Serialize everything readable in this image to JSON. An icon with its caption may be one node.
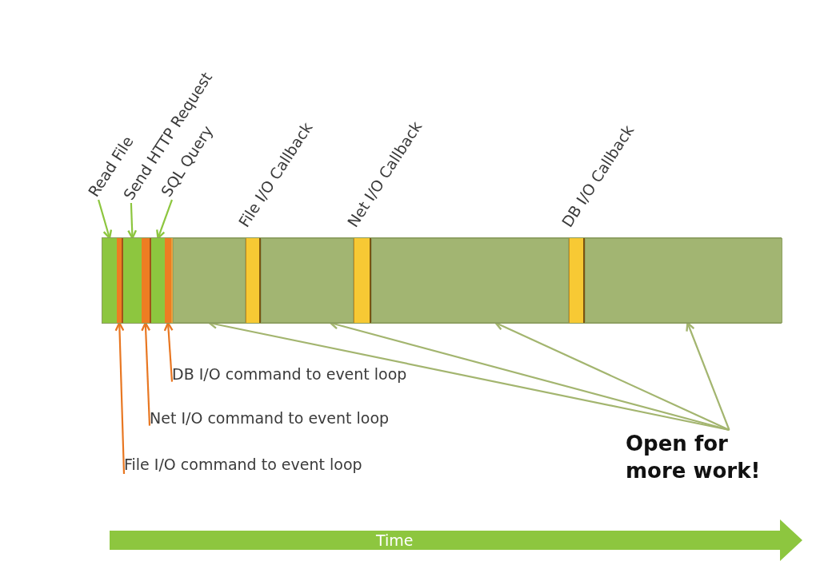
{
  "diagram": {
    "nodes": [
      {
        "text": [
          "Read File"
        ]
      },
      {
        "text": [
          "Send HTTP Request"
        ]
      },
      {
        "text": [
          "SQL Query"
        ]
      },
      {
        "text": [],
        "shape": "bar"
      },
      {
        "text": [],
        "shape": "bar",
        "in": 3
      },
      {
        "text": [],
        "shape": "bar",
        "in": 3
      },
      {
        "text": [],
        "shape": "bar",
        "in": 3
      },
      {
        "text": [],
        "shape": "bar",
        "in": 3
      },
      {
        "text": [],
        "shape": "bar",
        "in": 3
      },
      {
        "text": [],
        "shape": "bar",
        "in": 3
      },
      {
        "text": [],
        "shape": "bar",
        "in": 3
      },
      {
        "text": [
          "File I/O Callback"
        ],
        "in": 3
      },
      {
        "text": [],
        "shape": "bar",
        "in": 3
      },
      {
        "text": [
          "Net I/O Callback"
        ],
        "in": 3
      },
      {
        "text": [],
        "shape": "bar",
        "in": 3
      },
      {
        "text": [
          "DB I/O Callback"
        ],
        "in": 3
      },
      {
        "text": [],
        "shape": "bar",
        "in": 3
      },
      {
        "text": [
          "DB I/O command to event loop"
        ]
      },
      {
        "text": [
          "Net I/O command to event loop"
        ]
      },
      {
        "text": [
          "File I/O command to event loop"
        ]
      },
      {
        "text": [
          "Open for more work!"
        ]
      },
      {
        "text": [
          "Time"
        ]
      }
    ],
    "edges": [
      {
        "from": 0,
        "to": 4,
        "arrow": "to",
        "color": "#8dc63f"
      },
      {
        "from": 1,
        "to": 6,
        "arrow": "to",
        "color": "#8dc63f"
      },
      {
        "from": 2,
        "to": 8,
        "arrow": "to",
        "color": "#8dc63f"
      },
      {
        "from": 19,
        "to": 5,
        "arrow": "to",
        "color": "#e87722"
      },
      {
        "from": 18,
        "to": 7,
        "arrow": "to",
        "color": "#e87722"
      },
      {
        "from": 17,
        "to": 9,
        "arrow": "to",
        "color": "#e87722"
      },
      {
        "from": 20,
        "to": 10,
        "arrow": "to"
      },
      {
        "from": 20,
        "to": 12,
        "arrow": "to"
      },
      {
        "from": 20,
        "to": 14,
        "arrow": "to"
      },
      {
        "from": 20,
        "to": 16,
        "arrow": "to"
      }
    ]
  }
}
